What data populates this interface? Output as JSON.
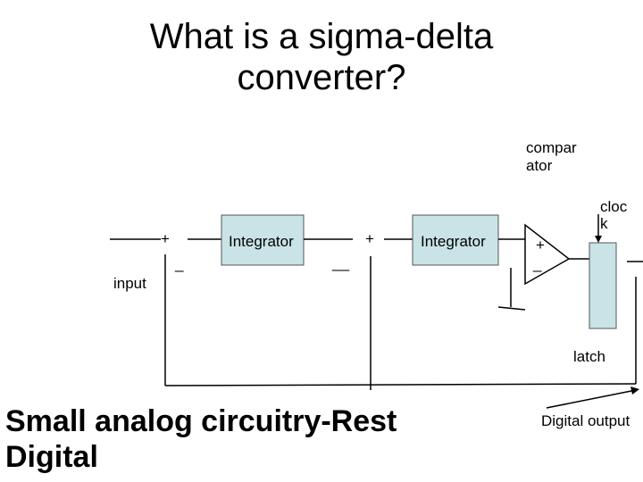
{
  "title": {
    "line1": "What is a sigma-delta",
    "line2": "converter?"
  },
  "labels": {
    "comparator_line1": "compar",
    "comparator_line2": "ator",
    "clock_line1": "cloc",
    "clock_line2": "k",
    "input": "input",
    "latch": "latch",
    "digital_output": "Digital output",
    "integrator1": "Integrator",
    "integrator2": "Integrator",
    "sum1_plus": "+",
    "sum1_minus": "_",
    "sum2_plus": "+",
    "sum2_minus": "__",
    "comp_plus": "+",
    "comp_minus": "_"
  },
  "footer": {
    "line1": "Small analog circuitry-Rest",
    "line2": "Digital"
  },
  "colors": {
    "box_fill": "#c9e3e6",
    "line": "#000000"
  }
}
